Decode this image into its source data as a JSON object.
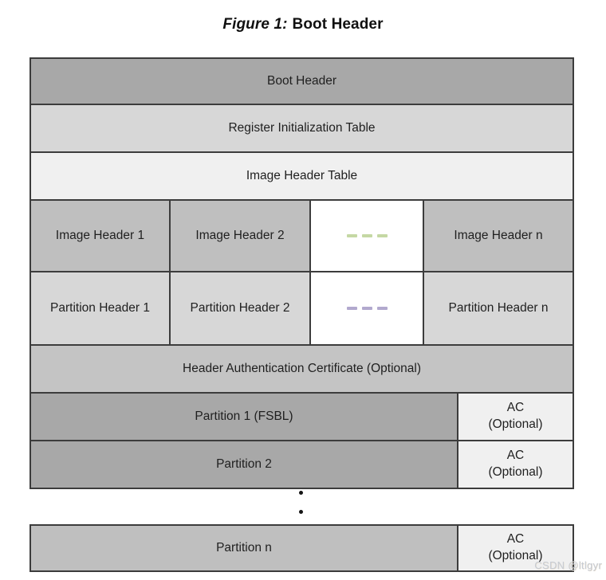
{
  "figure": {
    "label": "Figure 1:",
    "title": "Boot Header"
  },
  "diagram": {
    "cells": {
      "boot_header": "Boot Header",
      "register_init_table": "Register Initialization Table",
      "image_header_table": "Image Header Table",
      "image_header_1": "Image Header 1",
      "image_header_2": "Image Header 2",
      "image_header_n": "Image Header n",
      "partition_header_1": "Partition Header 1",
      "partition_header_2": "Partition Header 2",
      "partition_header_n": "Partition Header n",
      "header_auth_cert": "Header Authentication Certificate (Optional)",
      "partition_1": "Partition 1 (FSBL)",
      "partition_2": "Partition 2",
      "partition_n": "Partition n",
      "ac_line1": "AC",
      "ac_line2": "(Optional)"
    }
  },
  "colors": {
    "image_header_dash": "#c5d8a4",
    "partition_header_dash": "#b2a9ce"
  },
  "watermark": "CSDN @ltlgyr"
}
